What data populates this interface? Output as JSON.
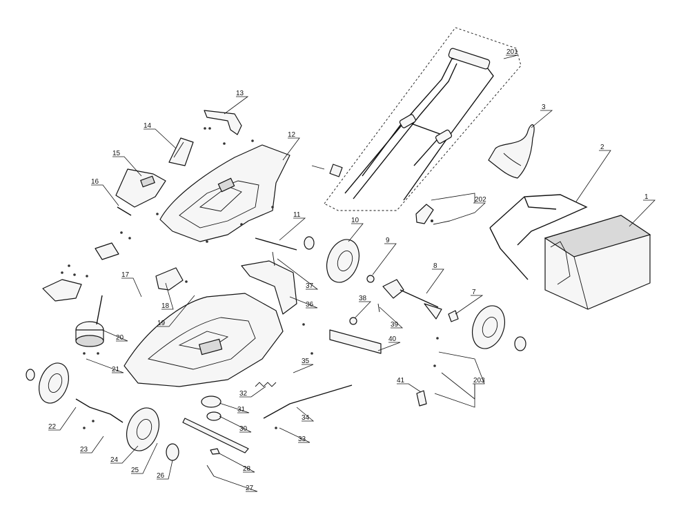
{
  "callouts": {
    "c1": "1",
    "c2": "2",
    "c3": "3",
    "c7": "7",
    "c8": "8",
    "c9": "9",
    "c10": "10",
    "c11": "11",
    "c12": "12",
    "c13": "13",
    "c14": "14",
    "c15": "15",
    "c16": "16",
    "c17": "17",
    "c18": "18",
    "c19": "19",
    "c20": "20",
    "c21": "21",
    "c22": "22",
    "c23": "23",
    "c24": "24",
    "c25": "25",
    "c26": "26",
    "c27": "27",
    "c28": "28",
    "c30": "30",
    "c31": "31",
    "c32": "32",
    "c33": "33",
    "c34": "34",
    "c35": "35",
    "c36": "36",
    "c37": "37",
    "c38": "38",
    "c39": "39",
    "c40": "40",
    "c41": "41",
    "c201": "201",
    "c202": "202",
    "c203": "203"
  }
}
